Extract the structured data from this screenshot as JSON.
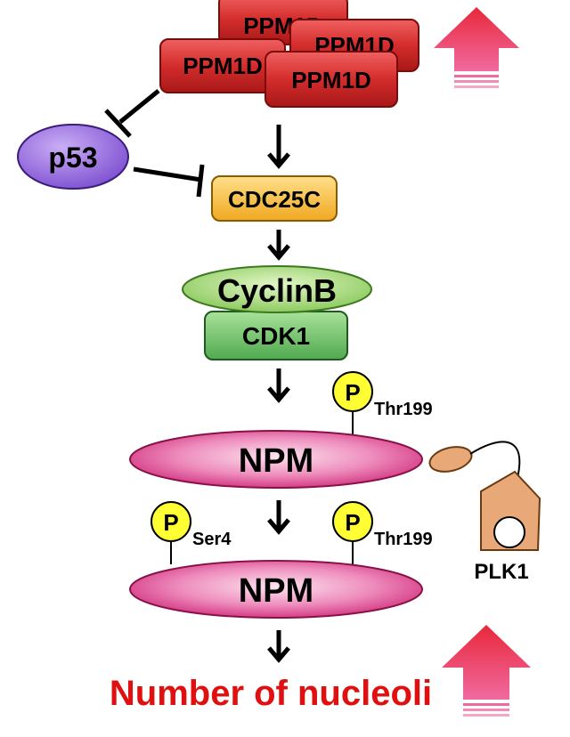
{
  "ppm1d": {
    "labels": [
      "PPM1D",
      "PPM1D",
      "PPM1D",
      "PPM1D"
    ],
    "box_color": "#d42c2c",
    "box_border": "#7a0b0b"
  },
  "p53": {
    "label": "p53",
    "color": "#8b5fd6"
  },
  "cdc25c": {
    "label": "CDC25C",
    "color": "#f2b428"
  },
  "cyclinb": {
    "label": "CyclinB",
    "color": "#8fd15f"
  },
  "cdk1": {
    "label": "CDK1",
    "color": "#5cb85c"
  },
  "npm_top": {
    "label": "NPM",
    "phospho": "P",
    "site": "Thr199"
  },
  "npm_bottom": {
    "label": "NPM",
    "phospho_left": "P",
    "site_left": "Ser4",
    "phospho_right": "P",
    "site_right": "Thr199"
  },
  "npm_color": "#e0408a",
  "phospho_color": "#ffff33",
  "plk1": {
    "label": "PLK1",
    "color": "#e8a877"
  },
  "outcome": {
    "label": "Number of nucleoli",
    "color": "#e01010"
  },
  "up_arrow_color": "#e8304a",
  "icons": [
    "up-arrow-icon",
    "down-arrow-icon",
    "inhibition-icon"
  ]
}
